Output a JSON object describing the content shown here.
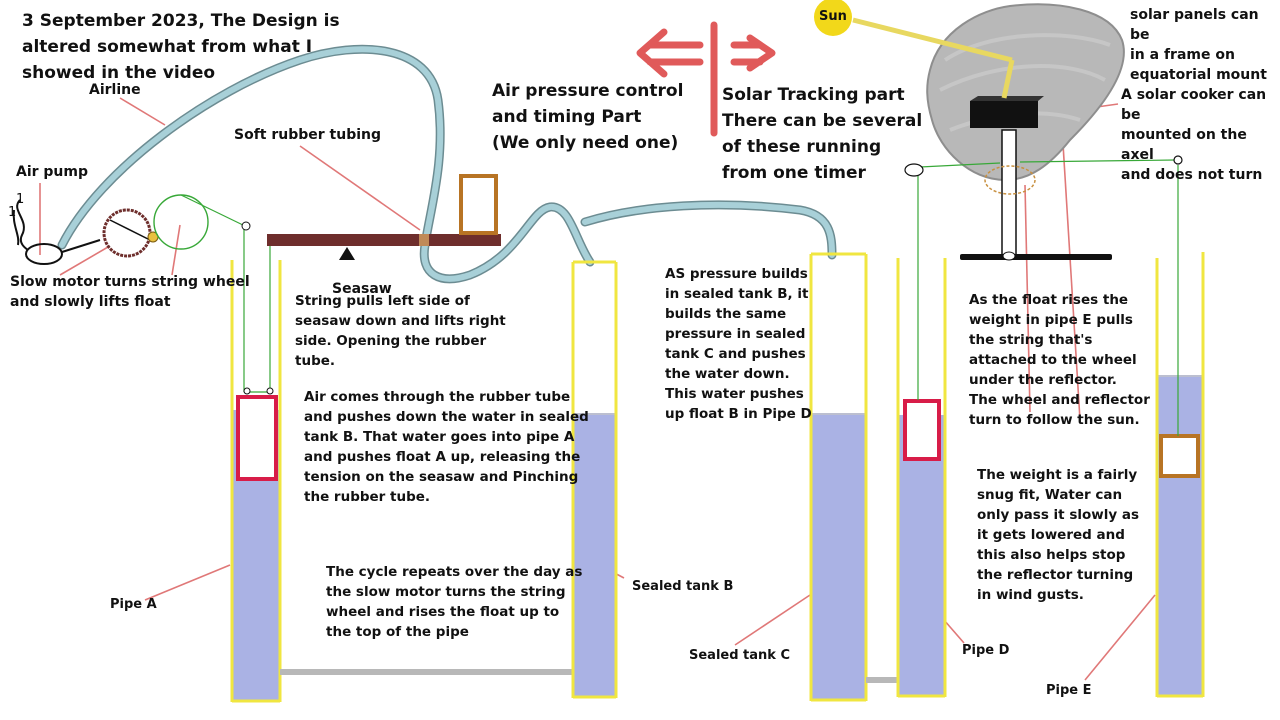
{
  "header_note": "3 September 2023, The Design is\naltered somewhat from what I\nshowed in the video",
  "sections": {
    "left_title": "Air pressure control\nand timing Part\n   (We only need one)",
    "right_title": "Solar  Tracking part\n There can be several\nof these running\nfrom one timer"
  },
  "labels": {
    "airline": "Airline",
    "air_pump": "Air pump",
    "soft_rubber_tubing": "Soft rubber tubing",
    "seasaw": "Seasaw",
    "slow_motor": "Slow motor turns string wheel\nand slowly lifts float",
    "sun": "Sun",
    "solar_panels": "solar panels can be\nin a frame on\nequatorial mount",
    "solar_cooker": "A solar cooker can be\nmounted on the axel\nand does not turn",
    "pipe_a": "Pipe A",
    "sealed_tank_b": "Sealed tank B",
    "sealed_tank_c": "Sealed tank C",
    "pipe_d": "Pipe D",
    "pipe_e": "Pipe E"
  },
  "notes": {
    "string_pulls": "String pulls left side of\nseasaw down and lifts right\nside. Opening the rubber\ntube.",
    "air_comes": "Air comes through the rubber tube\nand pushes down the water in sealed\ntank B.  That water goes into pipe A\nand pushes float A  up, releasing the\ntension on the seasaw and Pinching\nthe rubber tube.",
    "cycle": "The cycle repeats over the day as\nthe slow motor turns the string\nwheel and rises the float up to\nthe top of the pipe",
    "pressure": "AS pressure builds\nin sealed tank B, it\nbuilds the same\npressure in sealed\ntank C and pushes\nthe water down.\nThis water pushes\nup float B in Pipe D",
    "float_rises": "As the float rises the\nweight in pipe E pulls\nthe string that's\nattached to the wheel\nunder the reflector.\nThe wheel and reflector\nturn to follow the sun.",
    "weight": "The weight is a fairly\nsnug fit, Water can\nonly pass it slowly as\nit gets lowered  and\nthis also helps stop\nthe reflector turning\nin wind gusts."
  },
  "colors": {
    "water": "#aab2e4",
    "pipe_wall": "#f0e640",
    "float": "#d81c48",
    "weight": "#b87424",
    "airline": "#a8d0d8",
    "seesaw": "#6e2e2c",
    "leader": "#e07878",
    "arrow": "#e05a5a",
    "string": "#38a838",
    "sun": "#f2d81a",
    "reflector": "#b8b8b8"
  }
}
